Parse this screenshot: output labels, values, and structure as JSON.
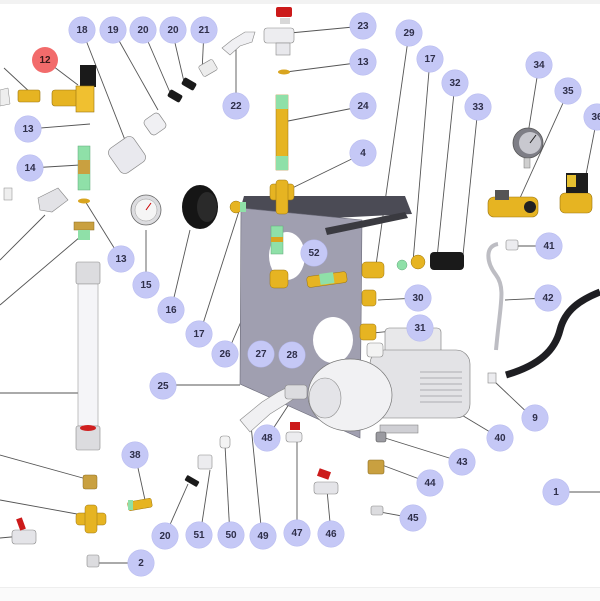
{
  "diagram": {
    "title": "Pump unit exploded parts diagram",
    "highlighted_part": "12",
    "colors": {
      "callout_bubble": "#c5c8f6",
      "callout_bubble_highlighted": "#f26b6b",
      "callout_text": "#2f2f4a",
      "leader_line": "#555555",
      "brass": "#e6b422",
      "panel": "#9a99a8",
      "seal_green": "#8fe0a8",
      "handle_red": "#d11a1a"
    },
    "callouts": [
      {
        "id": "c12",
        "label": "12"
      },
      {
        "id": "c18",
        "label": "18"
      },
      {
        "id": "c19",
        "label": "19"
      },
      {
        "id": "c20a",
        "label": "20"
      },
      {
        "id": "c20b",
        "label": "20"
      },
      {
        "id": "c21",
        "label": "21"
      },
      {
        "id": "c22",
        "label": "22"
      },
      {
        "id": "c23",
        "label": "23"
      },
      {
        "id": "c13a",
        "label": "13"
      },
      {
        "id": "c24",
        "label": "24"
      },
      {
        "id": "c4",
        "label": "4"
      },
      {
        "id": "c13b",
        "label": "13"
      },
      {
        "id": "c14",
        "label": "14"
      },
      {
        "id": "c13c",
        "label": "13"
      },
      {
        "id": "c15",
        "label": "15"
      },
      {
        "id": "c16",
        "label": "16"
      },
      {
        "id": "c17a",
        "label": "17"
      },
      {
        "id": "c26",
        "label": "26"
      },
      {
        "id": "c27",
        "label": "27"
      },
      {
        "id": "c28",
        "label": "28"
      },
      {
        "id": "c52",
        "label": "52"
      },
      {
        "id": "c25",
        "label": "25"
      },
      {
        "id": "c29",
        "label": "29"
      },
      {
        "id": "c17b",
        "label": "17"
      },
      {
        "id": "c32",
        "label": "32"
      },
      {
        "id": "c33",
        "label": "33"
      },
      {
        "id": "c34",
        "label": "34"
      },
      {
        "id": "c35",
        "label": "35"
      },
      {
        "id": "c36",
        "label": "36"
      },
      {
        "id": "c41",
        "label": "41"
      },
      {
        "id": "c42",
        "label": "42"
      },
      {
        "id": "c30",
        "label": "30"
      },
      {
        "id": "c31",
        "label": "31"
      },
      {
        "id": "c9",
        "label": "9"
      },
      {
        "id": "c40",
        "label": "40"
      },
      {
        "id": "c43",
        "label": "43"
      },
      {
        "id": "c44",
        "label": "44"
      },
      {
        "id": "c45",
        "label": "45"
      },
      {
        "id": "c1",
        "label": "1"
      },
      {
        "id": "c48",
        "label": "48"
      },
      {
        "id": "c38",
        "label": "38"
      },
      {
        "id": "c20c",
        "label": "20"
      },
      {
        "id": "c51",
        "label": "51"
      },
      {
        "id": "c50",
        "label": "50"
      },
      {
        "id": "c49",
        "label": "49"
      },
      {
        "id": "c47",
        "label": "47"
      },
      {
        "id": "c46",
        "label": "46"
      },
      {
        "id": "c2",
        "label": "2"
      }
    ]
  }
}
